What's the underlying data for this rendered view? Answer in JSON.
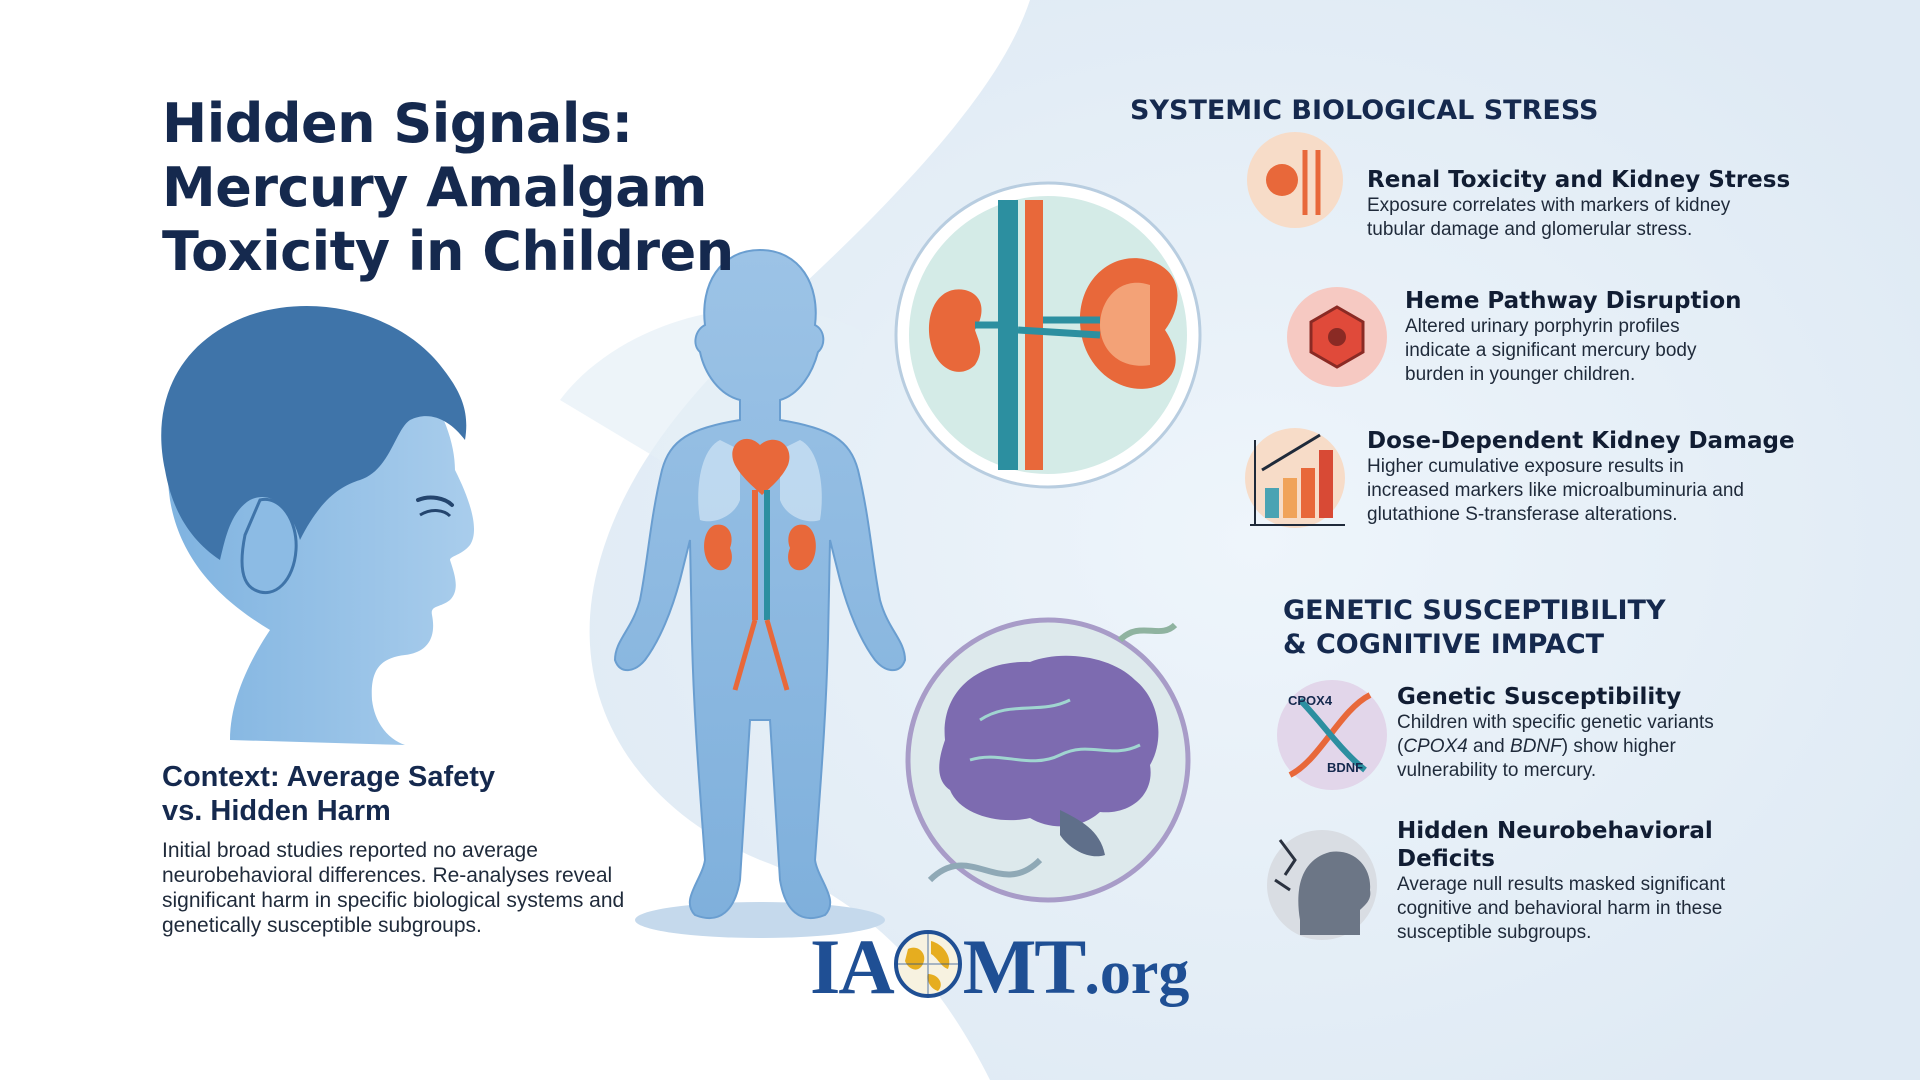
{
  "title": {
    "line1": "Hidden Signals:",
    "line2": "Mercury Amalgam",
    "line3": "Toxicity in Children"
  },
  "context": {
    "heading_line1": "Context: Average Safety",
    "heading_line2": "vs. Hidden Harm",
    "body": "Initial broad studies reported no average neurobehavioral differences. Re-analyses reveal significant harm in specific biological systems and genetically susceptible subgroups."
  },
  "systemic": {
    "heading": "SYSTEMIC BIOLOGICAL STRESS",
    "items": [
      {
        "icon": "kidney-icon",
        "title": "Renal Toxicity and Kidney Stress",
        "lines": [
          "Exposure correlates with markers of kidney",
          "tubular damage and glomerular stress."
        ]
      },
      {
        "icon": "heme-molecule-icon",
        "title": "Heme Pathway Disruption",
        "lines": [
          "Altered urinary porphyrin profiles",
          "indicate a significant mercury body",
          "burden in younger children."
        ]
      },
      {
        "icon": "rising-bar-chart-icon",
        "title": "Dose-Dependent Kidney Damage",
        "lines": [
          "Higher cumulative exposure results in",
          "increased markers like microalbuminuria and",
          "glutathione S-transferase alterations."
        ]
      }
    ]
  },
  "genetic": {
    "heading_line1": "GENETIC SUSCEPTIBILITY",
    "heading_line2": "& COGNITIVE IMPACT",
    "items": [
      {
        "icon": "dna-icon",
        "icon_label_top": "CPOX4",
        "icon_label_bottom": "BDNF",
        "title": "Genetic Susceptibility",
        "line1": "Children with specific genetic variants",
        "line2_open": "(",
        "gene1": "CPOX4",
        "line2_and": " and ",
        "gene2": "BDNF",
        "line2_rest": ") show higher",
        "line3": "vulnerability to mercury."
      },
      {
        "icon": "fractured-head-icon",
        "title_line1": "Hidden Neurobehavioral",
        "title_line2": "Deficits",
        "lines": [
          "Average null results masked significant",
          "cognitive and behavioral harm in these",
          "susceptible subgroups."
        ]
      }
    ]
  },
  "logo": {
    "text_left": "IA",
    "text_right": "MT",
    "text_org": ".org"
  },
  "colors": {
    "navy": "#15294e",
    "skin_blue": "#7fb0dc",
    "kidney_orange": "#e8683a",
    "vessel_teal": "#2c8fa0",
    "brain_purple": "#7d6bb0",
    "logo_blue": "#1f4f94",
    "logo_gold": "#e6ad1f"
  }
}
